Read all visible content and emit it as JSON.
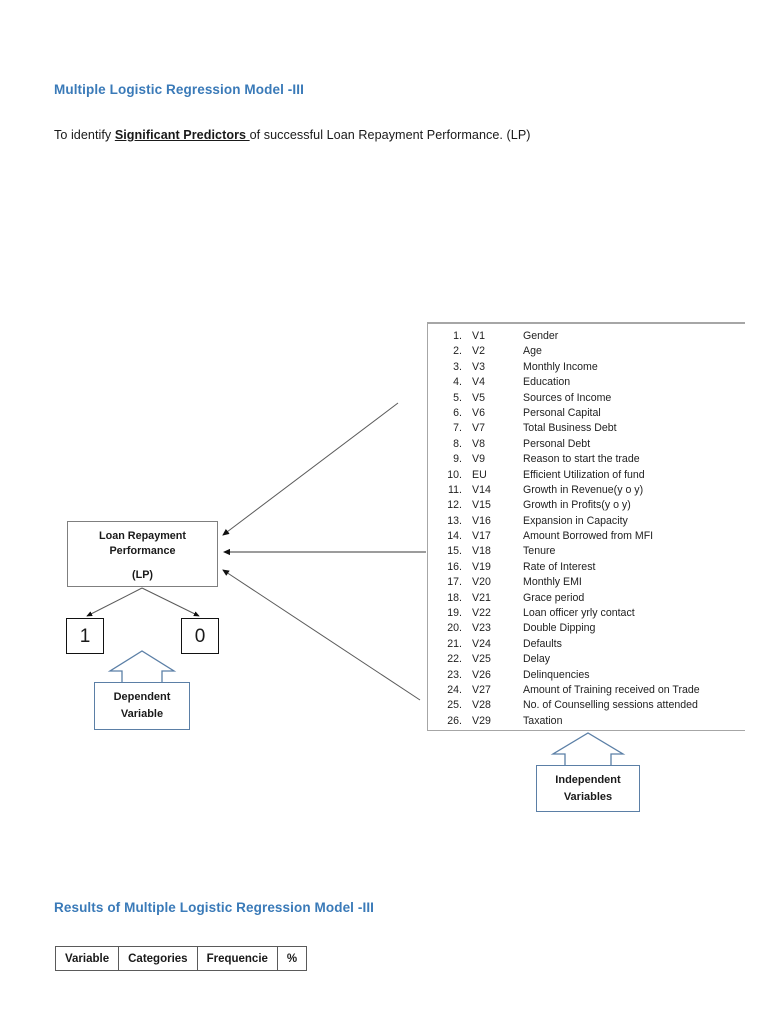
{
  "document": {
    "heading_main": "Multiple Logistic Regression Model -III",
    "paragraph": {
      "before": "To identify ",
      "underlined": "Significant Predictors ",
      "after": "of successful Loan Repayment Performance. (LP)"
    },
    "heading_results": "Results of Multiple Logistic Regression Model -III"
  },
  "diagram": {
    "dependent_box": {
      "line1": "Loan Repayment",
      "line2": "Performance",
      "abbreviation": "(LP)"
    },
    "outcomes": [
      {
        "name": "outcome-one",
        "label": "1"
      },
      {
        "name": "outcome-zero",
        "label": "0"
      }
    ],
    "dependent_callout": {
      "line1": "Dependent",
      "line2": "Variable"
    },
    "independent_callout": {
      "line1": "Independent",
      "line2": "Variables"
    },
    "variables": [
      {
        "num": "1.",
        "code": "V1",
        "desc": "Gender"
      },
      {
        "num": "2.",
        "code": "V2",
        "desc": "Age"
      },
      {
        "num": "3.",
        "code": "V3",
        "desc": "Monthly Income"
      },
      {
        "num": "4.",
        "code": "V4",
        "desc": "Education"
      },
      {
        "num": "5.",
        "code": "V5",
        "desc": "Sources of Income"
      },
      {
        "num": "6.",
        "code": "V6",
        "desc": "Personal Capital"
      },
      {
        "num": "7.",
        "code": "V7",
        "desc": "Total Business Debt"
      },
      {
        "num": "8.",
        "code": "V8",
        "desc": "Personal Debt"
      },
      {
        "num": "9.",
        "code": "V9",
        "desc": "Reason to start the trade"
      },
      {
        "num": "10.",
        "code": "EU",
        "desc": "Efficient Utilization of fund"
      },
      {
        "num": "11.",
        "code": "V14",
        "desc": "Growth in Revenue(y o y)"
      },
      {
        "num": "12.",
        "code": "V15",
        "desc": "Growth in Profits(y o y)"
      },
      {
        "num": "13.",
        "code": "V16",
        "desc": "Expansion in Capacity"
      },
      {
        "num": "14.",
        "code": "V17",
        "desc": "Amount Borrowed from MFI"
      },
      {
        "num": "15.",
        "code": "V18",
        "desc": "Tenure"
      },
      {
        "num": "16.",
        "code": "V19",
        "desc": "Rate of Interest"
      },
      {
        "num": "17.",
        "code": "V20",
        "desc": "Monthly EMI"
      },
      {
        "num": "18.",
        "code": "V21",
        "desc": "Grace period"
      },
      {
        "num": "19.",
        "code": "V22",
        "desc": "Loan officer yrly contact"
      },
      {
        "num": "20.",
        "code": "V23",
        "desc": "Double Dipping"
      },
      {
        "num": "21.",
        "code": "V24",
        "desc": "Defaults"
      },
      {
        "num": "22.",
        "code": "V25",
        "desc": "Delay"
      },
      {
        "num": "23.",
        "code": "V26",
        "desc": "Delinquencies"
      },
      {
        "num": "24.",
        "code": "V27",
        "desc": "Amount of Training received on Trade"
      },
      {
        "num": "25.",
        "code": "V28",
        "desc": "No. of Counselling sessions attended"
      },
      {
        "num": "26.",
        "code": "V29",
        "desc": "Taxation"
      }
    ]
  },
  "results_table": {
    "columns": [
      "Variable",
      "Categories",
      "Frequencie",
      "%"
    ]
  },
  "colors": {
    "heading_blue": "#3a7ab8",
    "callout_border": "#5b7fa6",
    "box_border": "#7f7f7f",
    "outcome_border": "#121212",
    "list_border": "#a6a6a6"
  }
}
